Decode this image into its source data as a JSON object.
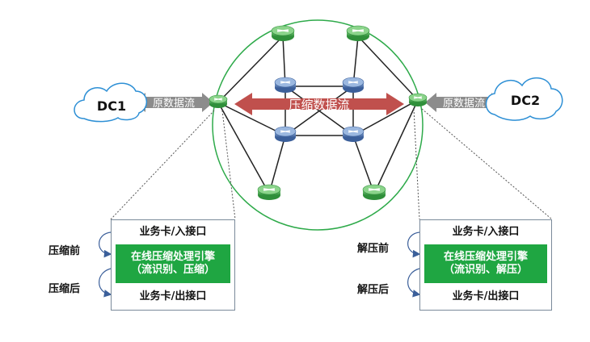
{
  "dc_left": "DC1",
  "dc_right": "DC2",
  "flow_left": "原数据流",
  "flow_right": "原数据流",
  "flow_center": "压缩数据流",
  "left_box": {
    "row1": "业务卡/入接口",
    "row2_line1": "在线压缩处理引擎",
    "row2_line2": "（流识别、压缩）",
    "row3": "业务卡/出接口"
  },
  "right_box": {
    "row1": "业务卡/入接口",
    "row2_line1": "在线压缩处理引擎",
    "row2_line2": "（流识别、解压）",
    "row3": "业务卡/出接口"
  },
  "left_step_before": "压缩前",
  "left_step_after": "压缩后",
  "right_step_before": "解压前",
  "right_step_after": "解压后",
  "colors": {
    "ring": "#2eaa4a",
    "arrow_red": "#c0504d",
    "arrow_gray": "#8c8c8c",
    "engine": "#1fa642",
    "router_green": "#4caf50",
    "router_blue": "#4a74b4",
    "cloud": "#2d8fd5"
  }
}
